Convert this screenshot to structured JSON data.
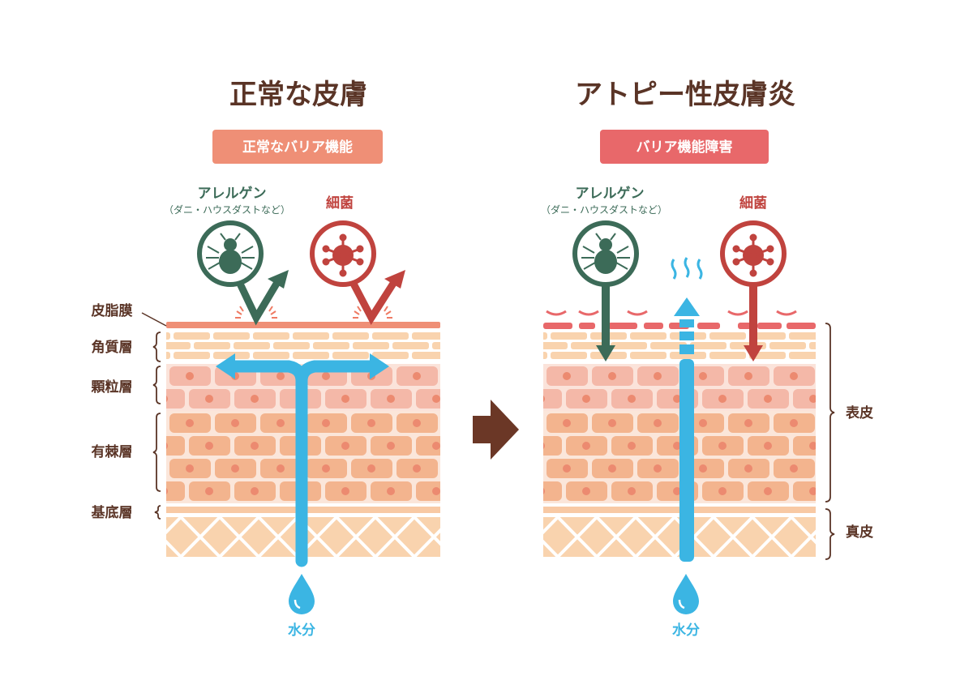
{
  "left_panel": {
    "title": "正常な皮膚",
    "badge": "正常なバリア機能",
    "allergen_label": "アレルゲン",
    "allergen_sub": "（ダニ・ハウスダストなど）",
    "bacteria_label": "細菌",
    "water_label": "水分",
    "layers": [
      "皮脂膜",
      "角質層",
      "顆粒層",
      "有棘層",
      "基底層"
    ]
  },
  "right_panel": {
    "title": "アトピー性皮膚炎",
    "badge": "バリア機能障害",
    "allergen_label": "アレルゲン",
    "allergen_sub": "（ダニ・ハウスダストなど）",
    "bacteria_label": "細菌",
    "water_label": "水分",
    "regions": [
      "表皮",
      "真皮"
    ]
  },
  "colors": {
    "text": "#5a3426",
    "allergen": "#3c6b58",
    "bacteria": "#c0433e",
    "water": "#3bb5e3",
    "badge_normal": "#ef8f76",
    "badge_damaged": "#e8686a"
  }
}
